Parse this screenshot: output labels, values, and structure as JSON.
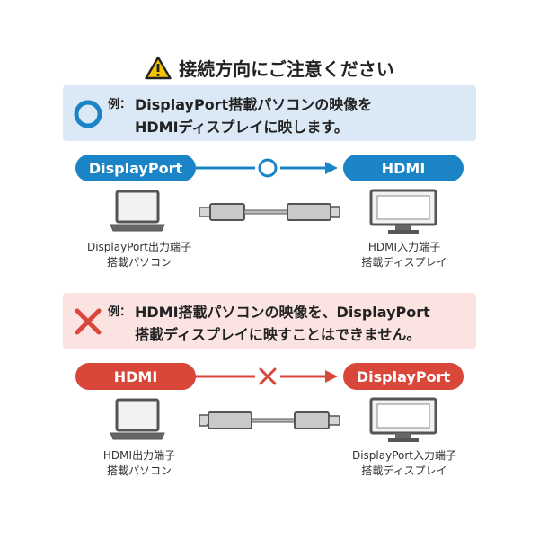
{
  "title": "接続方向にご注意ください",
  "ok_example": {
    "label": "例：",
    "line1": "DisplayPort搭載パソコンの映像を",
    "line2": "HDMIディスプレイに映します。",
    "source_label": "DisplayPort",
    "target_label": "HDMI",
    "source_caption_line1": "DisplayPort出力端子",
    "source_caption_line2": "搭載パソコン",
    "target_caption_line1": "HDMI入力端子",
    "target_caption_line2": "搭載ディスプレイ",
    "color": "#1b84c6"
  },
  "ng_example": {
    "label": "例：",
    "line1": "HDMI搭載パソコンの映像を、DisplayPort",
    "line2": "搭載ディスプレイに映すことはできません。",
    "source_label": "HDMI",
    "target_label": "DisplayPort",
    "source_caption_line1": "HDMI出力端子",
    "source_caption_line2": "搭載パソコン",
    "target_caption_line1": "DisplayPort入力端子",
    "target_caption_line2": "搭載ディスプレイ",
    "color": "#d9463a"
  },
  "icons": {
    "warning": "warning-icon",
    "ok": "circle-ok-icon",
    "ng": "cross-ng-icon",
    "laptop": "laptop-icon",
    "monitor": "monitor-icon",
    "cable": "cable-icon"
  }
}
